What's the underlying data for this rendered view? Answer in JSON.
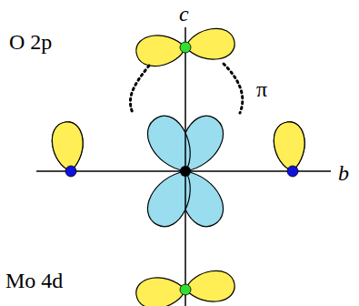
{
  "diagram": {
    "labels": [
      "c",
      "O 2p",
      "π",
      "b",
      "Mo 4d"
    ]
  }
}
